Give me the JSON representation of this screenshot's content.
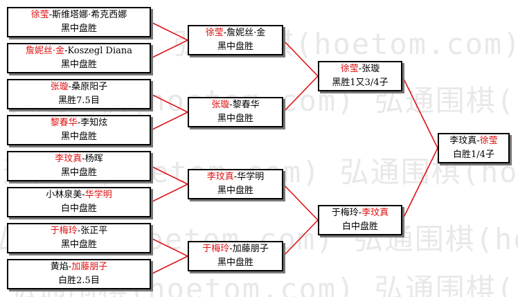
{
  "watermark": {
    "text": "弘通围棋(hoetom.com)"
  },
  "colors": {
    "highlight": "#e01010",
    "line": "#e01010",
    "text": "#000000",
    "shadow": "#777777"
  },
  "bracket": {
    "round1": [
      {
        "p1": "徐莹",
        "p2": "斯维塔娜·希克西娜",
        "winner": 1,
        "result": "黑中盘胜"
      },
      {
        "p1": "詹妮丝·金",
        "p2": "Koszegl Diana",
        "winner": 1,
        "result": "黑中盘胜"
      },
      {
        "p1": "张璇",
        "p2": "桑原阳子",
        "winner": 1,
        "result": "黑胜7.5目"
      },
      {
        "p1": "黎春华",
        "p2": "李知炫",
        "winner": 1,
        "result": "黑中盘胜"
      },
      {
        "p1": "李玟真",
        "p2": "杨晖",
        "winner": 1,
        "result": "黑中盘胜"
      },
      {
        "p1": "小林泉美",
        "p2": "华学明",
        "winner": 2,
        "result": "白中盘胜"
      },
      {
        "p1": "于梅玲",
        "p2": "张正平",
        "winner": 1,
        "result": "黑中盘胜"
      },
      {
        "p1": "黄焰",
        "p2": "加藤朋子",
        "winner": 2,
        "result": "白胜2.5目"
      }
    ],
    "round2": [
      {
        "p1": "徐莹",
        "p2": "詹妮丝·金",
        "winner": 1,
        "result": "黑中盘胜"
      },
      {
        "p1": "张璇",
        "p2": "黎春华",
        "winner": 1,
        "result": "黑中盘胜"
      },
      {
        "p1": "李玟真",
        "p2": "华学明",
        "winner": 1,
        "result": "黑中盘胜"
      },
      {
        "p1": "于梅玲",
        "p2": "加藤朋子",
        "winner": 1,
        "result": "黑中盘胜"
      }
    ],
    "round3": [
      {
        "p1": "徐莹",
        "p2": "张璇",
        "winner": 1,
        "result": "黑胜1又3/4子"
      },
      {
        "p1": "于梅玲",
        "p2": "李玟真",
        "winner": 2,
        "result": "白中盘胜"
      }
    ],
    "final": [
      {
        "p1": "李玟真",
        "p2": "徐莹",
        "winner": 2,
        "result": "白胜1/4子"
      }
    ]
  }
}
